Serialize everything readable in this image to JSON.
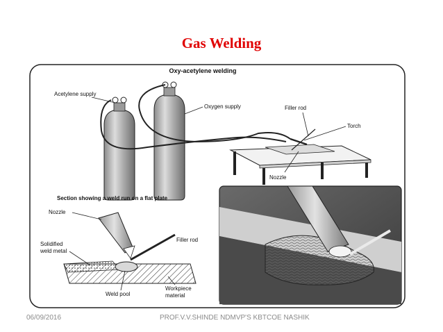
{
  "slide": {
    "title": "Gas Welding",
    "footer_date": "06/09/2016",
    "footer_author": "PROF.V.V.SHINDE NDMVP'S KBTCOE NASHIK"
  },
  "diagram": {
    "heading": "Oxy-acetylene welding",
    "labels": {
      "acetylene_supply": "Acetylene supply",
      "oxygen_supply": "Oxygen supply",
      "filler_rod": "Filler rod",
      "torch": "Torch",
      "nozzle": "Nozzle"
    },
    "section": {
      "heading": "Section showing a weld run on a flat plate",
      "nozzle": "Nozzle",
      "filler_rod": "Filler rod",
      "solidified_line1": "Solidified",
      "solidified_line2": "weld metal",
      "weld_pool": "Weld pool",
      "workpiece_line1": "Workpiece",
      "workpiece_line2": "material"
    }
  },
  "colors": {
    "title": "#e00000",
    "footer": "#8a8a8a",
    "line": "#222222"
  }
}
